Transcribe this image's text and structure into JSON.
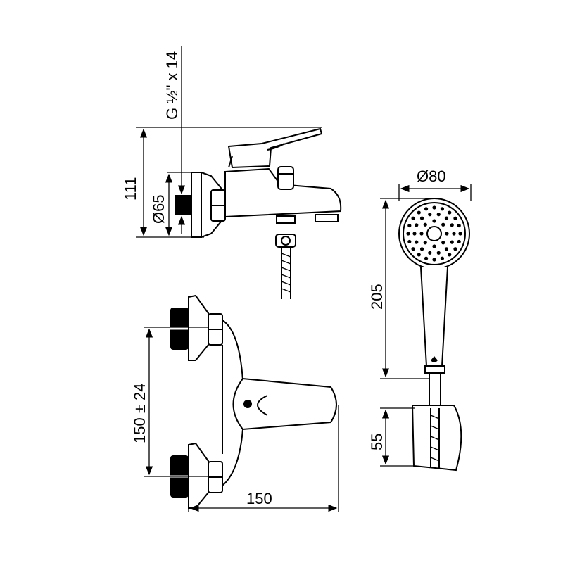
{
  "drawing": {
    "title": "Bath shower mixer technical drawing",
    "dimensions": {
      "thread": "G ½\" x 14",
      "height": "111",
      "flange_diameter": "Ø65",
      "head_diameter": "Ø80",
      "shower_length": "205",
      "center_distance": "150 ± 24",
      "depth": "150",
      "holder_height": "55"
    }
  }
}
